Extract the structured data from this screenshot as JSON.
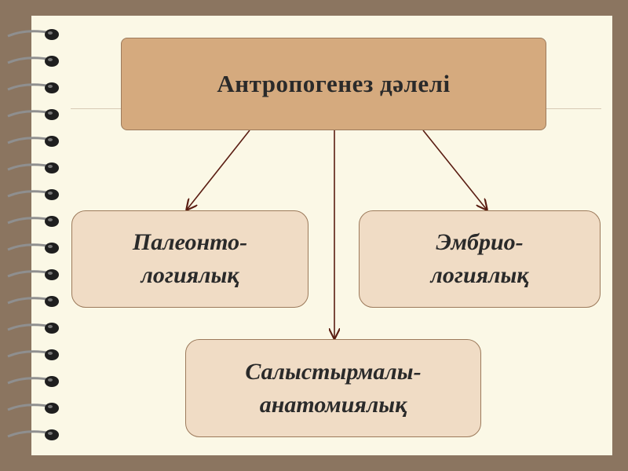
{
  "diagram": {
    "title": "Антропогенез дәлелі",
    "nodes": [
      {
        "id": "paleo",
        "line1": "Палеонто-",
        "line2": "логиялық"
      },
      {
        "id": "embryo",
        "line1": "Эмбрио-",
        "line2": "логиялық"
      },
      {
        "id": "comparative",
        "line1": "Салыстырмалы-",
        "line2": "анатомиялық"
      }
    ]
  },
  "colors": {
    "background": "#8b7560",
    "paper": "#fbf8e6",
    "title_box": "#d5aa7e",
    "node_box": "#f0dcc5",
    "arrow": "#5a1d12"
  }
}
